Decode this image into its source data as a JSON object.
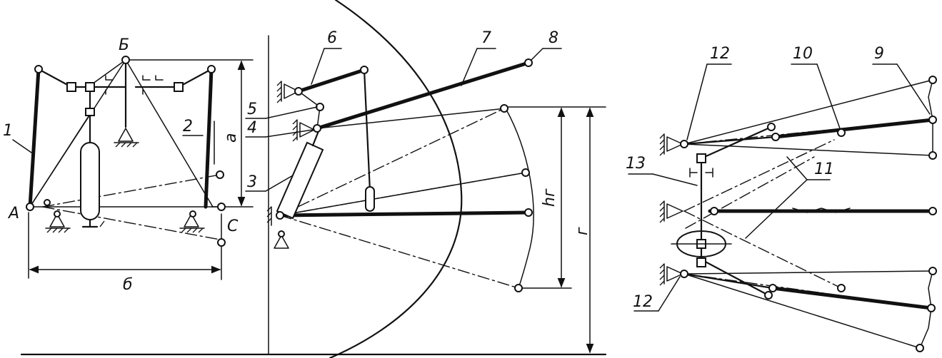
{
  "labels": {
    "A": "A",
    "B": "Б",
    "C": "C",
    "a": "a",
    "b": "б",
    "g": "г",
    "hg": "hг",
    "n1": "1",
    "n2": "2",
    "n3": "3",
    "n4": "4",
    "n5": "5",
    "n6": "6",
    "n7": "7",
    "n8": "8",
    "n9": "9",
    "n10": "10",
    "n11": "11",
    "n12a": "12",
    "n12b": "12",
    "n13": "13"
  }
}
